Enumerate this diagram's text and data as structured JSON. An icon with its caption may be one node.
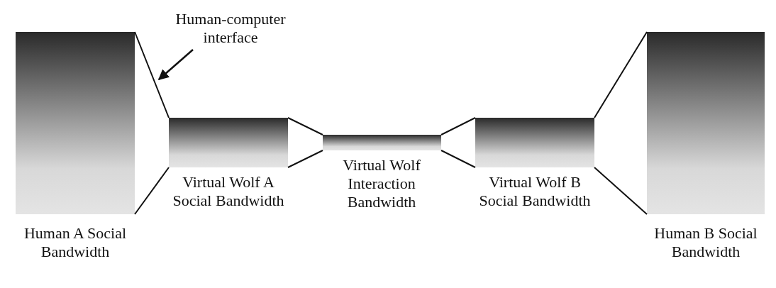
{
  "diagram": {
    "nodes": [
      {
        "text": [
          "Human A Social Bandwidth"
        ]
      },
      {
        "text": [
          "Virtual Wolf A Social Bandwidth"
        ]
      },
      {
        "text": [
          "Virtual Wolf Interaction Bandwidth"
        ]
      },
      {
        "text": [
          "Virtual Wolf B Social Bandwidth"
        ]
      },
      {
        "text": [
          "Human B Social Bandwidth"
        ]
      },
      {
        "text": [
          "Human-computer interface"
        ]
      }
    ],
    "edges": [
      {
        "from": 0,
        "to": 1,
        "arrow": "none"
      },
      {
        "from": 0,
        "to": 1,
        "arrow": "none"
      },
      {
        "from": 1,
        "to": 2,
        "arrow": "none"
      },
      {
        "from": 1,
        "to": 2,
        "arrow": "none"
      },
      {
        "from": 2,
        "to": 3,
        "arrow": "none"
      },
      {
        "from": 2,
        "to": 3,
        "arrow": "none"
      },
      {
        "from": 3,
        "to": 4,
        "arrow": "none"
      },
      {
        "from": 3,
        "to": 4,
        "arrow": "none"
      },
      {
        "from": 5,
        "to": null,
        "arrow": "to"
      }
    ]
  }
}
